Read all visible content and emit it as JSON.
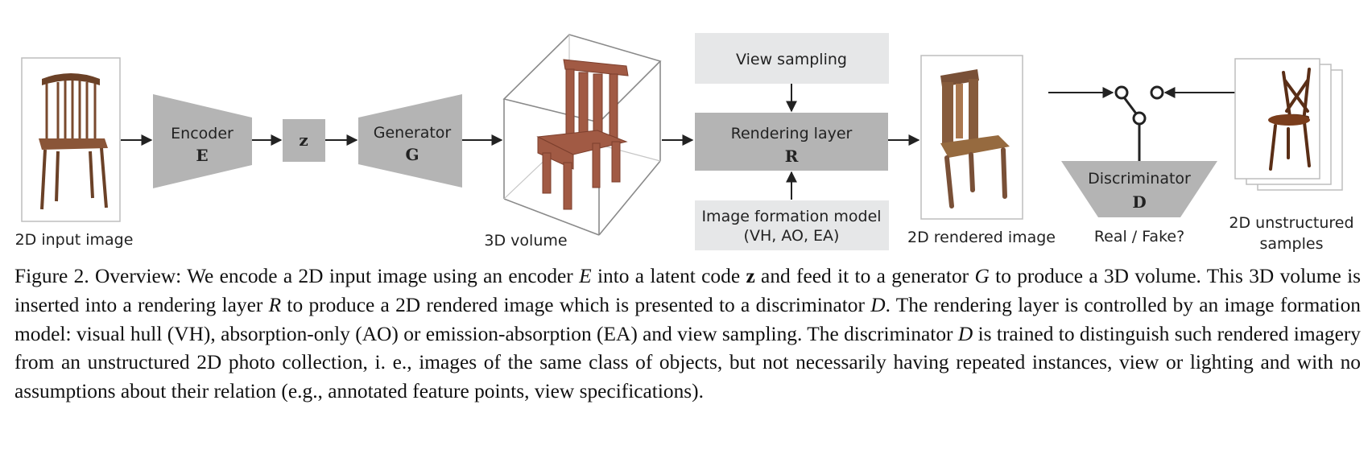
{
  "figure": {
    "input_label": "2D input image",
    "encoder_label": "Encoder",
    "encoder_symbol": "E",
    "latent_symbol": "z",
    "generator_label": "Generator",
    "generator_symbol": "G",
    "volume_label": "3D volume",
    "view_sampling_label": "View sampling",
    "rendering_label": "Rendering layer",
    "rendering_symbol": "R",
    "formation_line1": "Image formation model",
    "formation_line2": "(VH, AO, EA)",
    "rendered_label": "2D rendered image",
    "discriminator_label": "Discriminator",
    "discriminator_symbol": "D",
    "real_fake_label": "Real / Fake?",
    "samples_line1": "2D unstructured",
    "samples_line2": "samples"
  },
  "caption": {
    "lead": "Figure 2.",
    "p01": "  Overview: We encode a 2D input image using an encoder ",
    "v_E": "E",
    "p02": " into a latent code ",
    "v_z": "z",
    "p03": " and feed it to a generator ",
    "v_G": "G",
    "p04": " to produce a 3D volume. This 3D volume is inserted into a rendering layer ",
    "v_R": "R",
    "p05": " to produce a 2D rendered image which is presented to a discriminator ",
    "v_D1": "D",
    "p06": ". The rendering layer is controlled by an image formation model: visual hull (VH), absorption-only (AO) or emission-absorption (EA) and view sampling. The discriminator ",
    "v_D2": "D",
    "p07": " is trained to distinguish such rendered imagery from an unstructured 2D photo collection, i. e., images of the same class of objects, but not necessarily having repeated instances, view or lighting and with no assumptions about their relation (e.g., annotated feature points, view specifications)."
  },
  "colors": {
    "block_gray": "#b4b4b4",
    "light_gray": "#e6e7e8",
    "arrow": "#222222",
    "wood": "#8a5538",
    "voxel": "#a15a44"
  }
}
